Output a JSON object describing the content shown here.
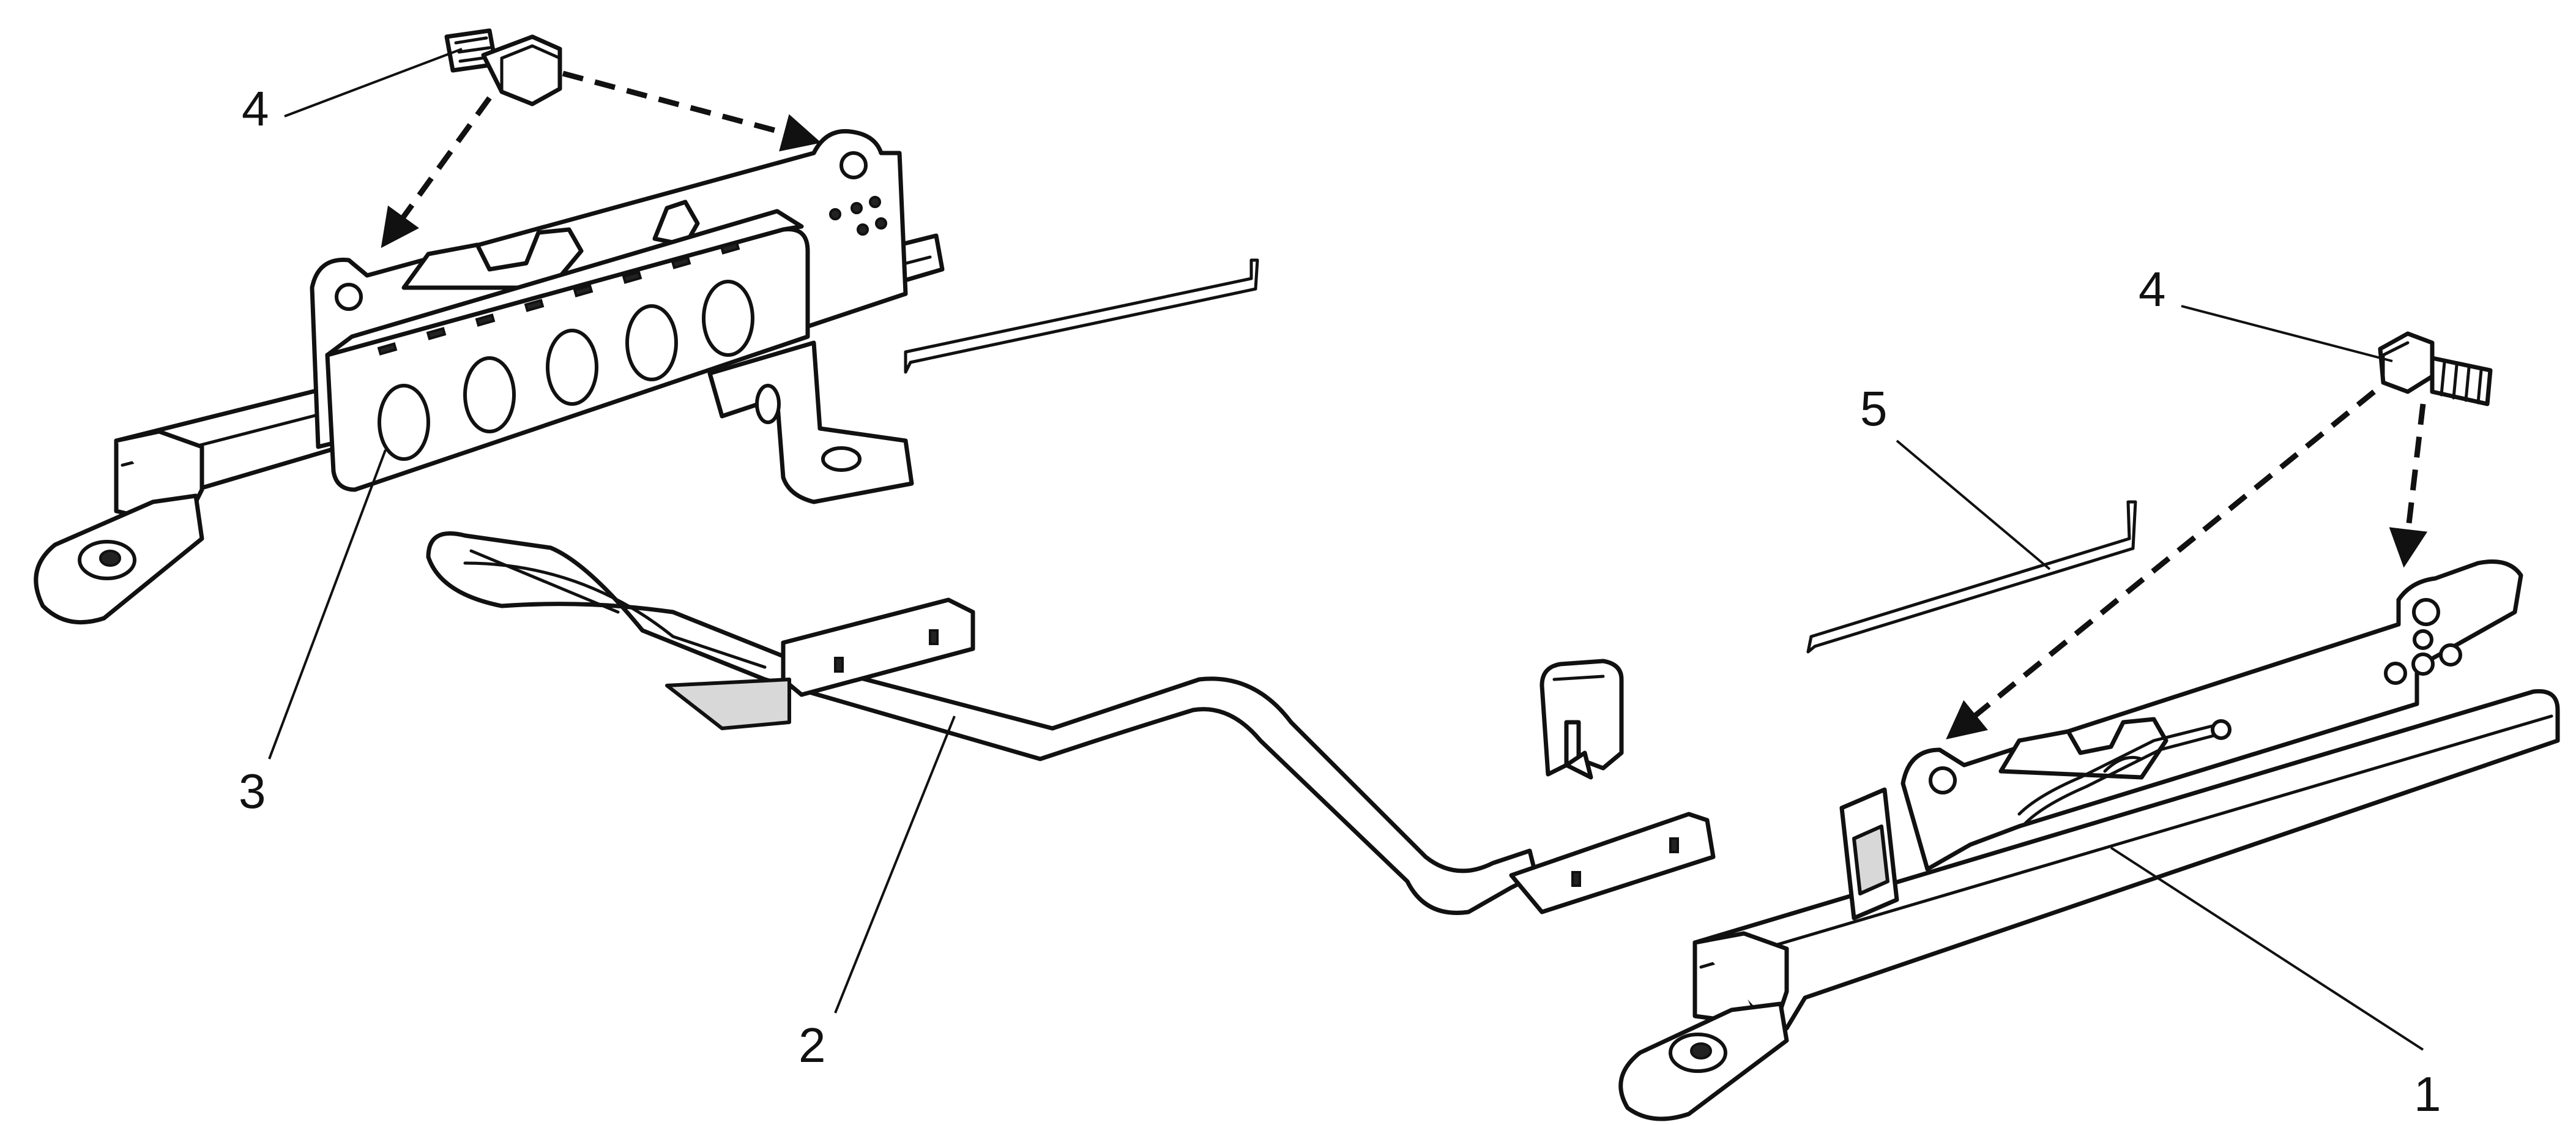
{
  "callouts": {
    "item_1": "1",
    "item_2": "2",
    "item_3": "3",
    "item_4_left": "4",
    "item_4_right": "4",
    "item_5": "5"
  },
  "colors": {
    "ink": "#111111",
    "background": "#ffffff",
    "shade": "#d8d8d8"
  }
}
